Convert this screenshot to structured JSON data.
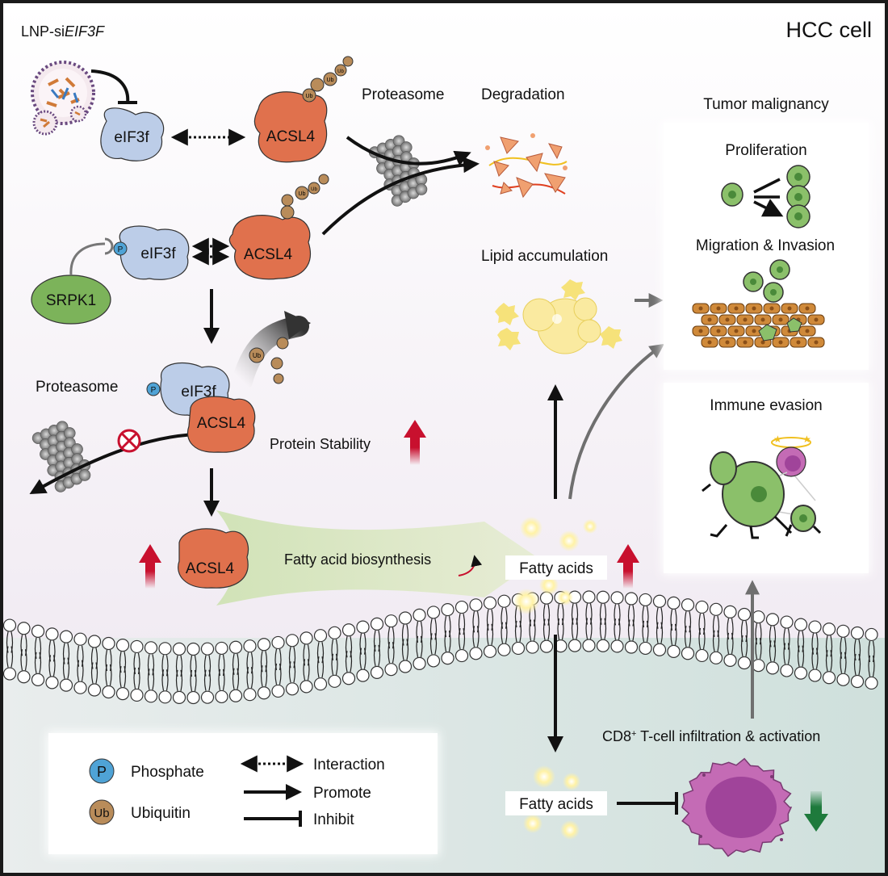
{
  "labels": {
    "lnp_prefix": "LNP-si",
    "lnp_gene": "EIF3F",
    "hcc_cell": "HCC cell",
    "proteasome": "Proteasome",
    "degradation": "Degradation",
    "tumor_malignancy": "Tumor malignancy",
    "proliferation": "Proliferation",
    "migration": "Migration & Invasion",
    "immune_evasion": "Immune evasion",
    "lipid_accumulation": "Lipid accumulation",
    "protein_stability": "Protein Stability",
    "fatty_acid_biosynthesis": "Fatty acid biosynthesis",
    "fatty_acids": "Fatty acids",
    "cd8_prefix": "CD8",
    "cd8_sup": "+",
    "cd8_suffix": " T-cell infiltration & activation",
    "eif3f": "eIF3f",
    "acsl4": "ACSL4",
    "srpk1": "SRPK1",
    "ub": "Ub",
    "p": "P"
  },
  "legend": {
    "phosphate": "Phosphate",
    "ubiquitin": "Ubiquitin",
    "interaction": "Interaction",
    "promote": "Promote",
    "inhibit": "Inhibit",
    "p_symbol": "P",
    "ub_symbol": "Ub"
  },
  "colors": {
    "acsl4": "#e0714d",
    "eif3f": "#bccde8",
    "srpk1": "#7cb35a",
    "ub": "#b98c5a",
    "phosphate": "#4fa3d6",
    "up_arrow": "#c8102e",
    "down_arrow": "#1e7a3c",
    "tcell": "#c46bb5",
    "cell_green": "#7fb35a"
  }
}
